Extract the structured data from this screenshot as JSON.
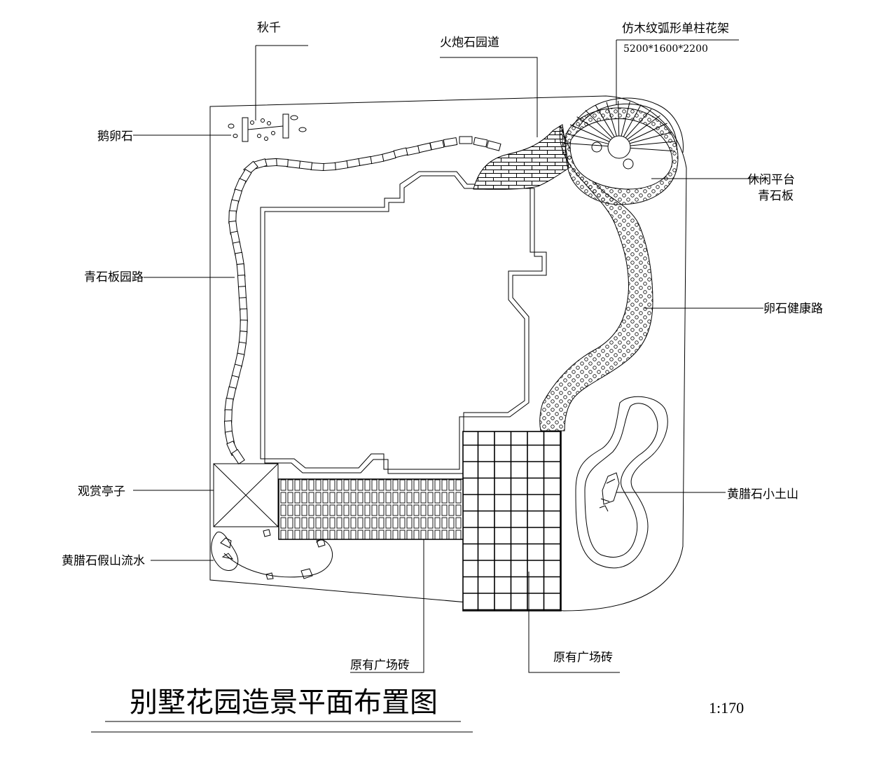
{
  "title": "别墅花园造景平面布置图",
  "scale": "1:170",
  "labels": {
    "swing": "秋千",
    "pebble_stone": "鹅卵石",
    "cannon_stone_path": "火炮石园道",
    "pergola": "仿木纹弧形单柱花架",
    "pergola_size": "5200*1600*2200",
    "leisure_platform": "休闲平台",
    "leisure_platform_material": "青石板",
    "bluestone_path": "青石板园路",
    "pebble_health_path": "卵石健康路",
    "pavilion": "观赏亭子",
    "rock_hill": "黄腊石小土山",
    "rockery_stream": "黄腊石假山流水",
    "plaza_brick_left": "原有广场砖",
    "plaza_brick_right": "原有广场砖"
  }
}
